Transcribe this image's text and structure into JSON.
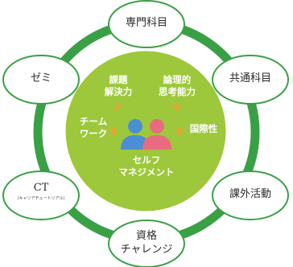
{
  "colors": {
    "ring": "#3aa045",
    "outer_circle_border": "#3aa045",
    "inner_disc": "#9dc83b",
    "inner_disc_border": "#ffffff",
    "arrow": "#f0a030",
    "person_blue": "#4a8fd4",
    "person_pink": "#e96b7f"
  },
  "outer_nodes": [
    {
      "id": "senmon",
      "text": "専門科目"
    },
    {
      "id": "kyotsu",
      "text": "共通科目"
    },
    {
      "id": "kagai",
      "text": "課外活動"
    },
    {
      "id": "shikaku",
      "text": "資格\nチャレンジ"
    },
    {
      "id": "ct",
      "text": "CT",
      "sub": "(キャリアチュートリアル)"
    },
    {
      "id": "zemi",
      "text": "ゼミ"
    }
  ],
  "center_icon": "two-people-icon",
  "skills": [
    {
      "id": "kadai",
      "text": "課題\n解決力"
    },
    {
      "id": "ronri",
      "text": "論理的\n思考能力"
    },
    {
      "id": "kokusai",
      "text": "国際性"
    },
    {
      "id": "self",
      "text": "セルフ\nマネジメント"
    },
    {
      "id": "team",
      "text": "チーム\nワーク"
    }
  ]
}
